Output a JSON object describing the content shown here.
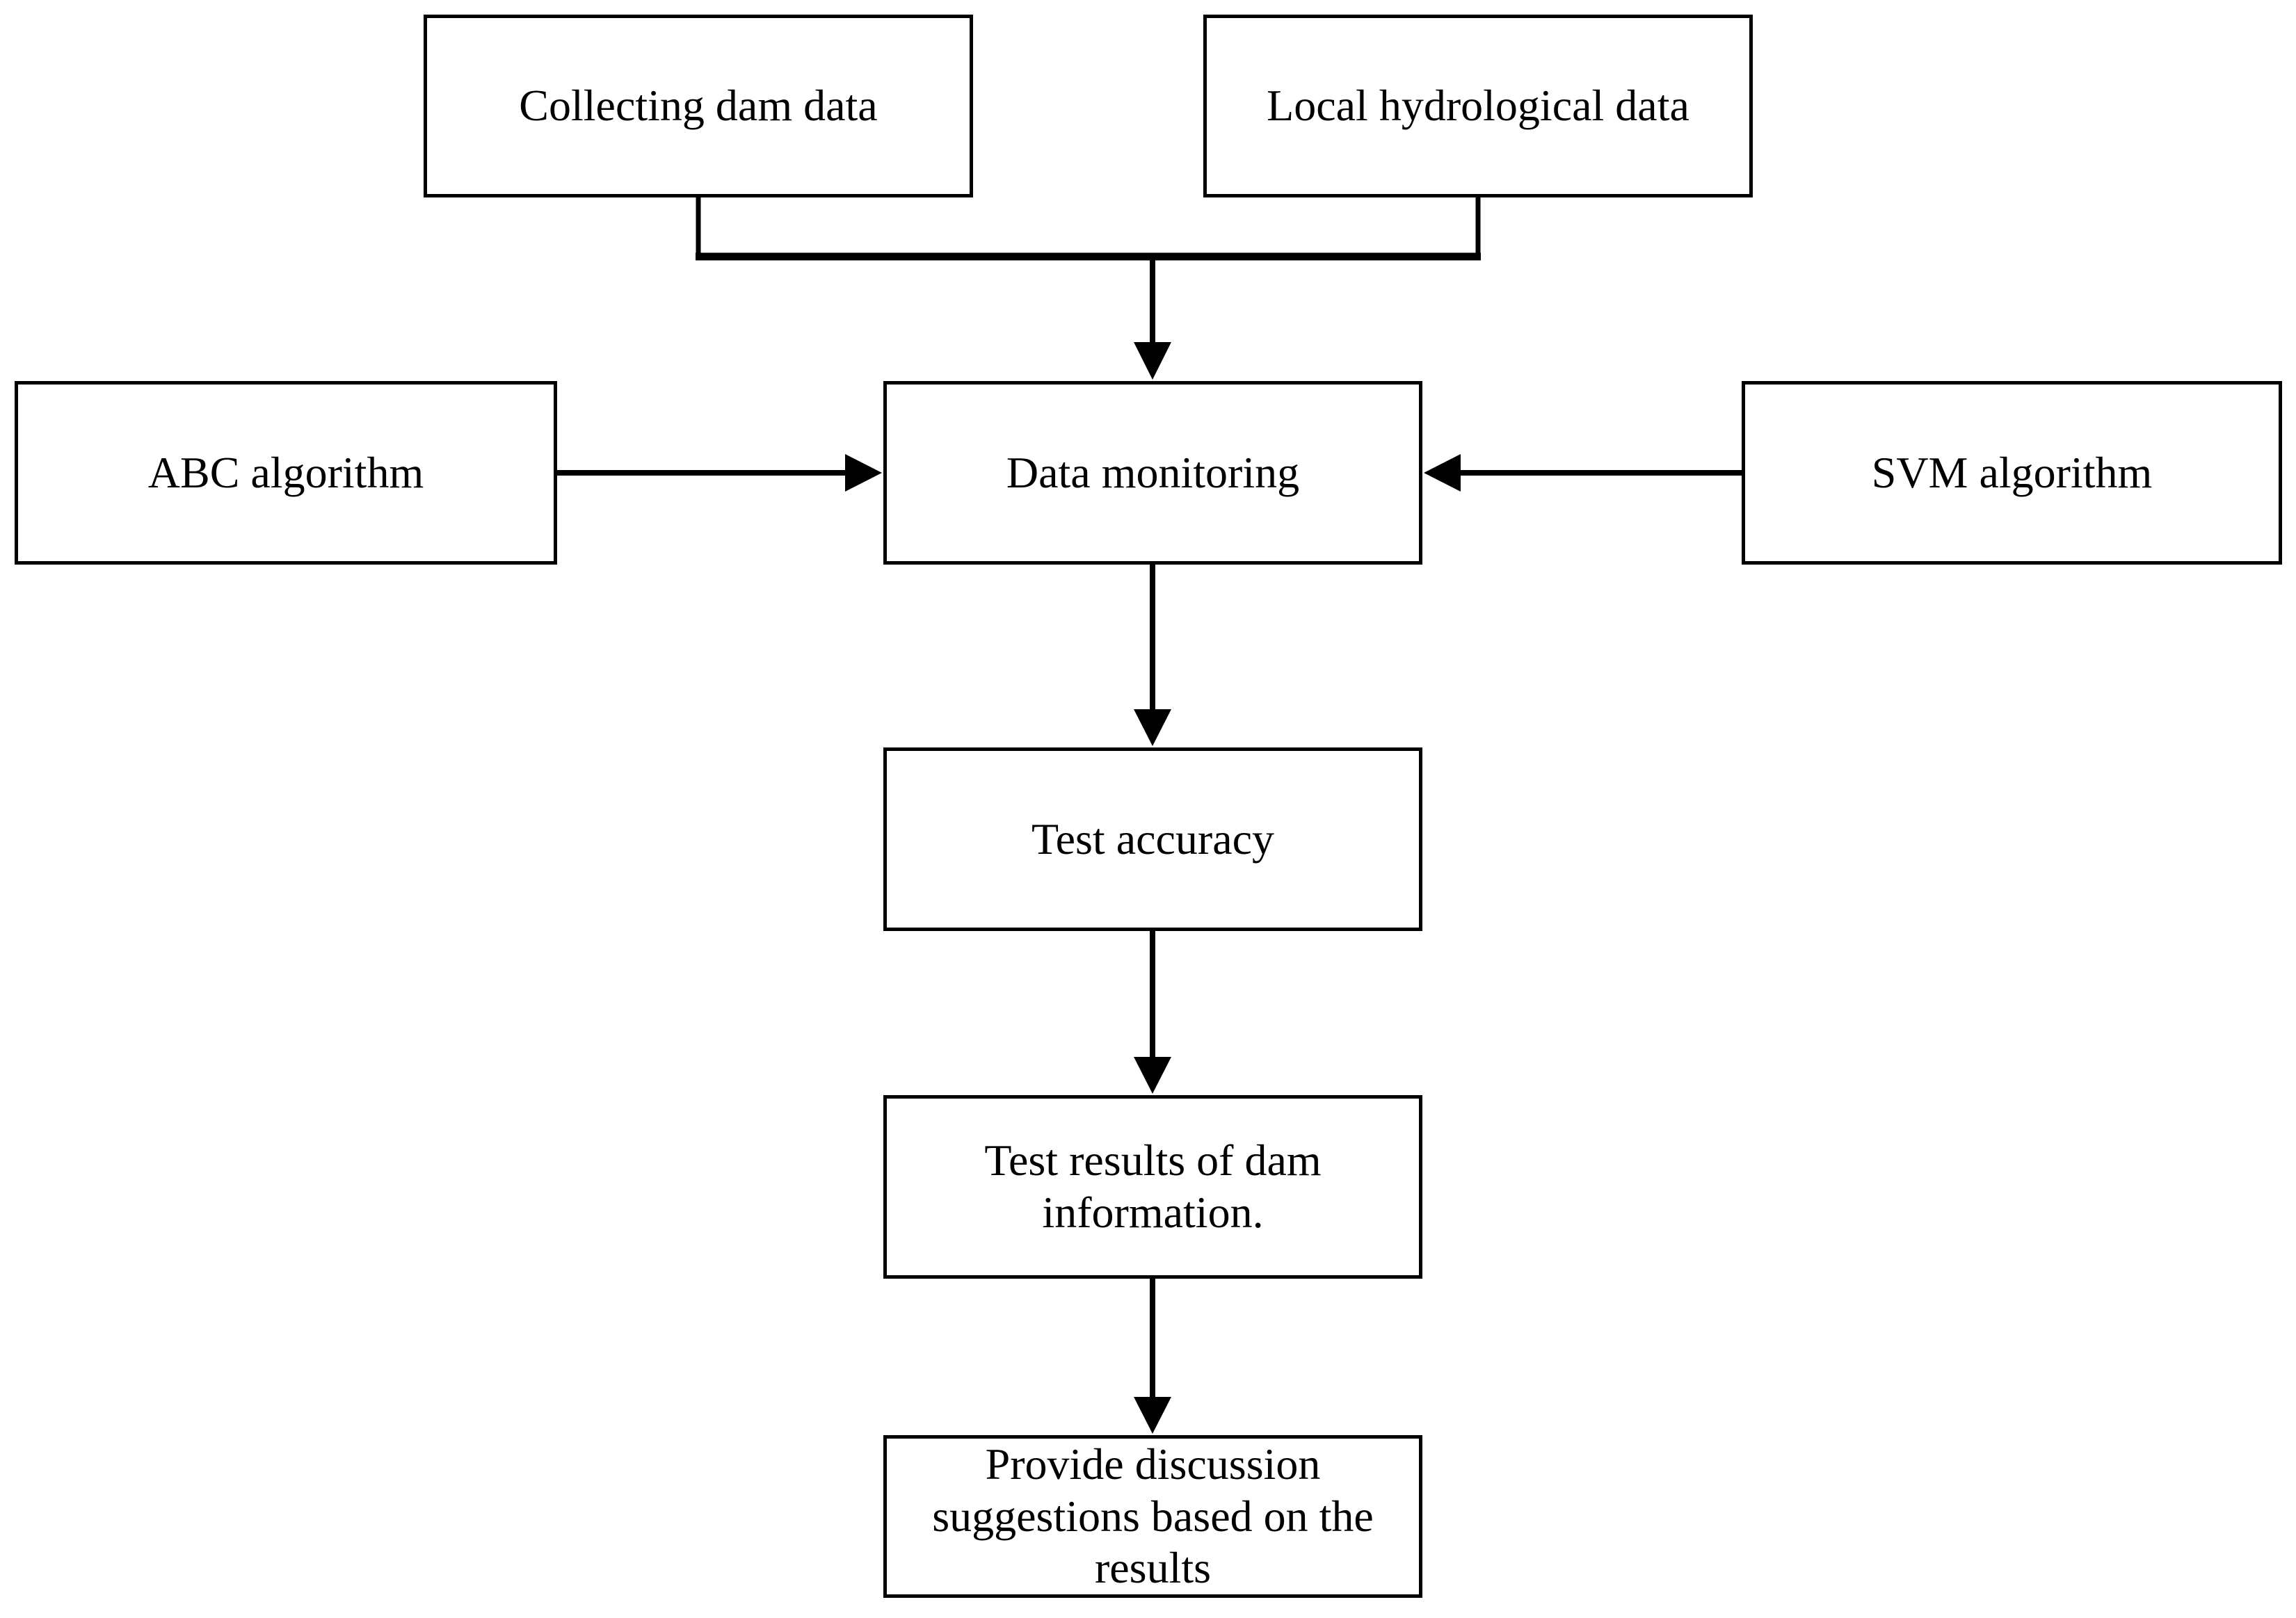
{
  "figure": {
    "type": "flowchart",
    "colors": {
      "background": "#ffffff",
      "line": "#000000",
      "text": "#000000"
    },
    "nodes": {
      "collecting_dam_data": {
        "label": "Collecting dam data"
      },
      "local_hydrological_data": {
        "label": "Local hydrological data"
      },
      "abc_algorithm": {
        "label": "ABC algorithm"
      },
      "data_monitoring": {
        "label": "Data monitoring"
      },
      "svm_algorithm": {
        "label": "SVM algorithm"
      },
      "test_accuracy": {
        "label": "Test accuracy"
      },
      "test_results": {
        "label": "Test results of dam information."
      },
      "provide_suggestions": {
        "label": "Provide discussion suggestions based on the results"
      }
    },
    "edges": [
      {
        "from": "collecting_dam_data",
        "to": "data_monitoring",
        "style": "merge-arrow-down"
      },
      {
        "from": "local_hydrological_data",
        "to": "data_monitoring",
        "style": "merge-arrow-down"
      },
      {
        "from": "abc_algorithm",
        "to": "data_monitoring",
        "style": "arrow-right"
      },
      {
        "from": "svm_algorithm",
        "to": "data_monitoring",
        "style": "arrow-left"
      },
      {
        "from": "data_monitoring",
        "to": "test_accuracy",
        "style": "arrow-down"
      },
      {
        "from": "test_accuracy",
        "to": "test_results",
        "style": "arrow-down"
      },
      {
        "from": "test_results",
        "to": "provide_suggestions",
        "style": "arrow-down"
      }
    ]
  }
}
